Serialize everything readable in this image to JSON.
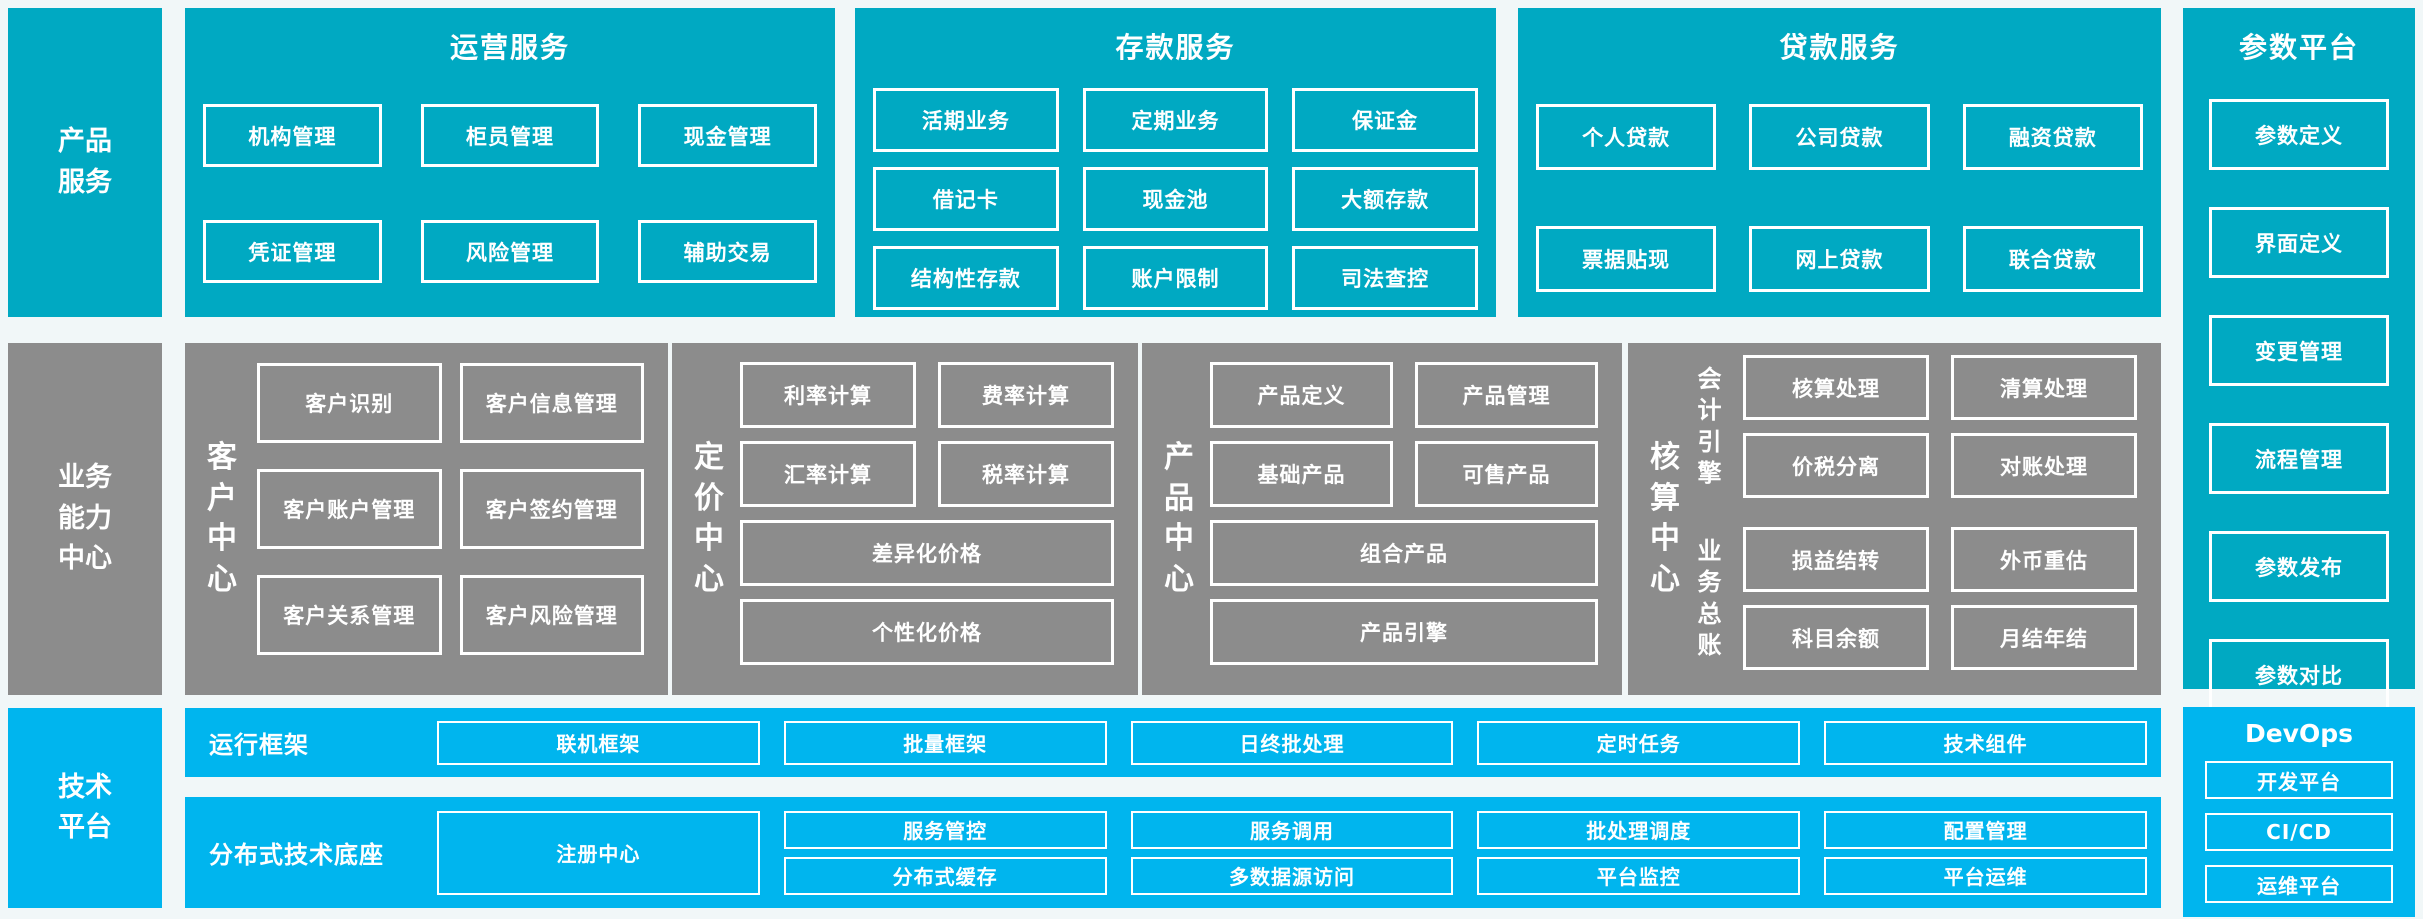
{
  "colors": {
    "teal": "#00a9c2",
    "gray": "#8c8c8c",
    "bright_blue": "#00b5ee",
    "box_border": "#ffffff",
    "text": "#ffffff",
    "background": "#f1f7f8"
  },
  "left_rail": {
    "product_services": "产品服务",
    "business_capability": "业务能力中心",
    "technology_platform": "技术平台"
  },
  "top_row": {
    "operations": {
      "title": "运营服务",
      "items": [
        "机构管理",
        "柜员管理",
        "现金管理",
        "凭证管理",
        "风险管理",
        "辅助交易"
      ]
    },
    "deposit": {
      "title": "存款服务",
      "items": [
        "活期业务",
        "定期业务",
        "保证金",
        "借记卡",
        "现金池",
        "大额存款",
        "结构性存款",
        "账户限制",
        "司法查控"
      ]
    },
    "loan": {
      "title": "贷款服务",
      "items": [
        "个人贷款",
        "公司贷款",
        "融资贷款",
        "票据贴现",
        "网上贷款",
        "联合贷款"
      ]
    }
  },
  "parameter_platform": {
    "title": "参数平台",
    "items": [
      "参数定义",
      "界面定义",
      "变更管理",
      "流程管理",
      "参数发布",
      "参数对比"
    ]
  },
  "capability_row": {
    "customer_center": {
      "label": "客户中心",
      "items": [
        "客户识别",
        "客户信息管理",
        "客户账户管理",
        "客户签约管理",
        "客户关系管理",
        "客户风险管理"
      ]
    },
    "pricing_center": {
      "label": "定价中心",
      "items": [
        "利率计算",
        "费率计算",
        "汇率计算",
        "税率计算",
        "差异化价格",
        "个性化价格"
      ]
    },
    "product_center": {
      "label": "产品中心",
      "items": [
        "产品定义",
        "产品管理",
        "基础产品",
        "可售产品",
        "组合产品",
        "产品引擎"
      ]
    },
    "accounting_center": {
      "label": "核算中心",
      "groups": [
        {
          "label": "会计引擎",
          "items": [
            "核算处理",
            "清算处理",
            "价税分离",
            "对账处理"
          ]
        },
        {
          "label": "业务总账",
          "items": [
            "损益结转",
            "外币重估",
            "科目余额",
            "月结年结"
          ]
        }
      ]
    }
  },
  "tech_platform": {
    "runtime_framework": {
      "label": "运行框架",
      "items": [
        "联机框架",
        "批量框架",
        "日终批处理",
        "定时任务",
        "技术组件"
      ]
    },
    "distributed_base": {
      "label": "分布式技术底座",
      "registry": "注册中心",
      "grid": [
        "服务管控",
        "服务调用",
        "批处理调度",
        "配置管理",
        "分布式缓存",
        "多数据源访问",
        "平台监控",
        "平台运维"
      ]
    }
  },
  "devops": {
    "title": "DevOps",
    "items": [
      "开发平台",
      "CI/CD",
      "运维平台"
    ]
  }
}
